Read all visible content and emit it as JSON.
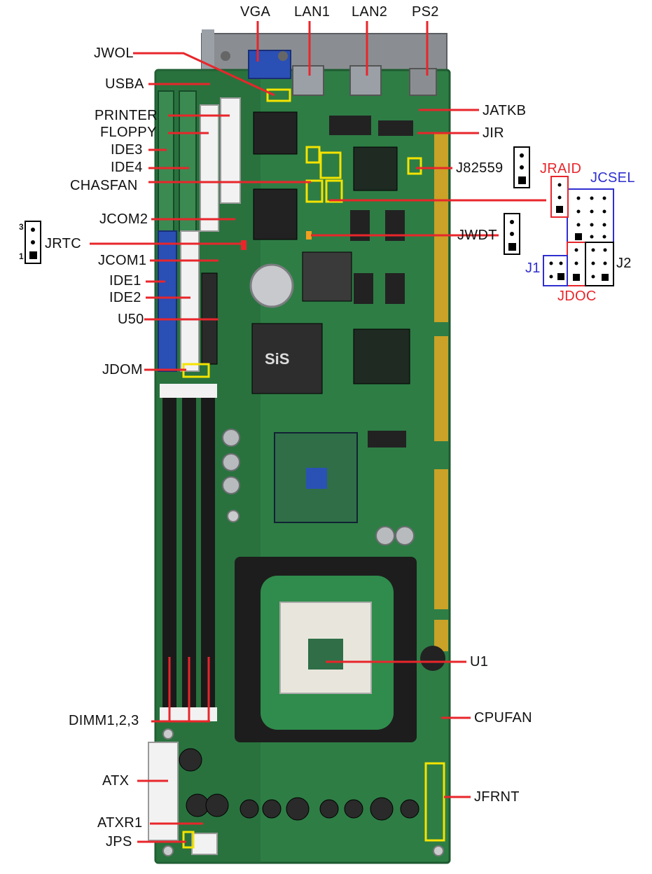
{
  "colors": {
    "board": "#2e7d45",
    "board_dark": "#1d5a30",
    "leader": "#e8262b",
    "highlight": "#f4e300",
    "red_text": "#e8262b",
    "blue_text": "#2f2fd0",
    "text": "#111111"
  },
  "labels": {
    "top": {
      "vga": "VGA",
      "lan1": "LAN1",
      "lan2": "LAN2",
      "ps2": "PS2"
    },
    "left": {
      "jwol": "JWOL",
      "usba": "USBA",
      "printer": "PRINTER",
      "floppy": "FLOPPY",
      "ide3": "IDE3",
      "ide4": "IDE4",
      "chasfan": "CHASFAN",
      "jcom2": "JCOM2",
      "jrtc": "JRTC",
      "jcom1": "JCOM1",
      "ide1": "IDE1",
      "ide2": "IDE2",
      "u50": "U50",
      "jdom": "JDOM",
      "dimm": "DIMM1,2,3",
      "atx": "ATX",
      "atxr1": "ATXR1",
      "jps": "JPS"
    },
    "right": {
      "jatkb": "JATKB",
      "jir": "JIR",
      "j82559": "J82559",
      "jwdt": "JWDT",
      "u1": "U1",
      "cpufan": "CPUFAN",
      "jfrnt": "JFRNT"
    },
    "jumper_block": {
      "jraid": "JRAID",
      "jcsel": "JCSEL",
      "j1": "J1",
      "j2": "J2",
      "jdoc": "JDOC"
    },
    "jrtc_pins": {
      "pin3": "3",
      "pin1": "1"
    }
  }
}
